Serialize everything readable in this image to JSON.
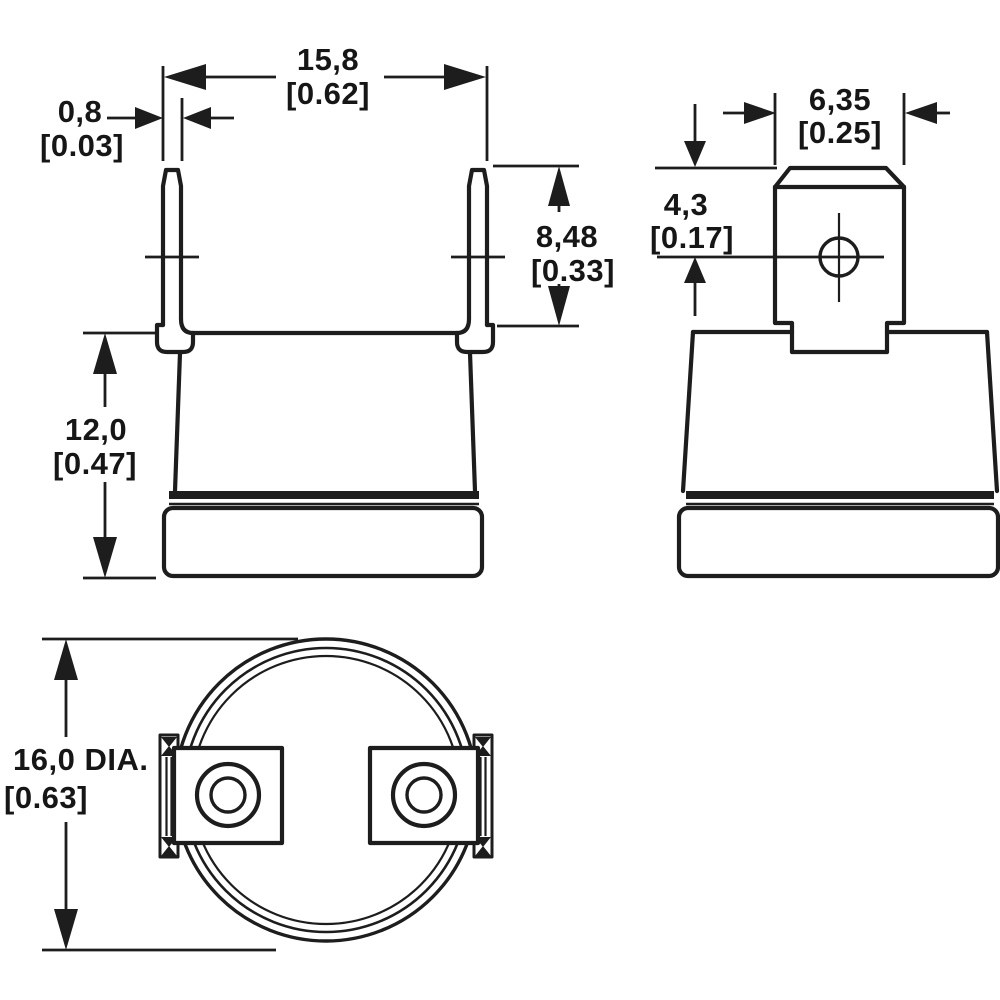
{
  "drawing": {
    "background": "#ffffff",
    "line_color": "#1d1d1d"
  },
  "dims": {
    "pin_spacing": {
      "mm": "15,8",
      "inch": "[0.62]"
    },
    "pin_thickness": {
      "mm": "0,8",
      "inch": "[0.03]"
    },
    "pin_length": {
      "mm": "8,48",
      "inch": "[0.33]"
    },
    "body_height": {
      "mm": "12,0",
      "inch": "[0.47]"
    },
    "tab_width": {
      "mm": "6,35",
      "inch": "[0.25]"
    },
    "hole_offset": {
      "mm": "4,3",
      "inch": "[0.17]"
    },
    "body_diameter": {
      "mm": "16,0 DIA.",
      "inch": "[0.63]"
    }
  }
}
